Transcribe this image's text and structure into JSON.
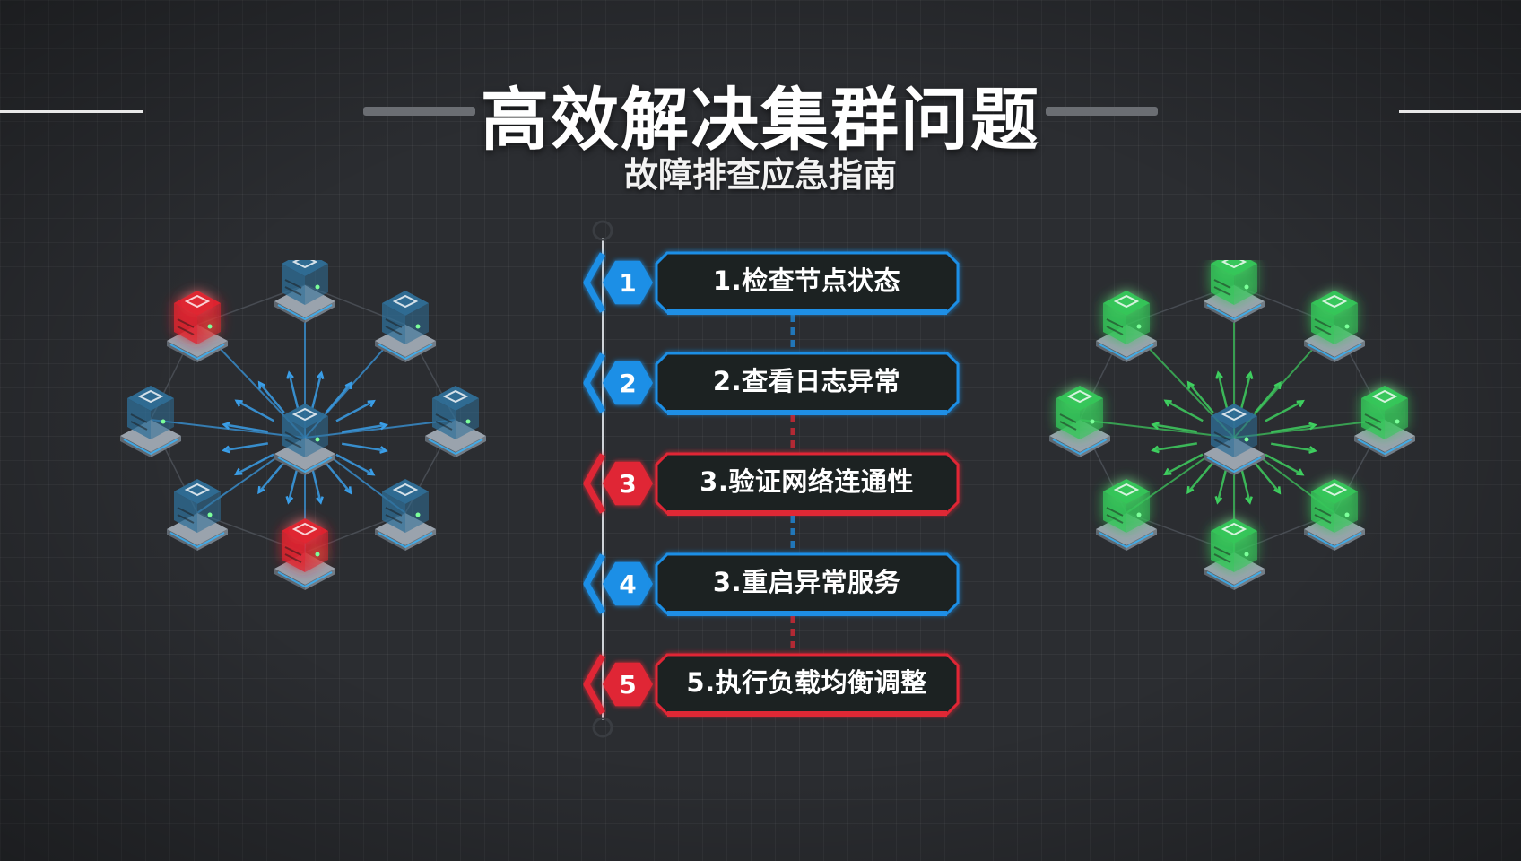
{
  "title": "高效解决集群问题",
  "subtitle": "故障排查应急指南",
  "colors": {
    "blue": "#1e8fe6",
    "red": "#e02835",
    "green": "#3ecf5f",
    "node_blue": "#2f6f98",
    "node_red": "#e2232f",
    "node_green": "#34c759"
  },
  "steps": [
    {
      "number": "1",
      "label": "1.检查节点状态",
      "accent": "blue"
    },
    {
      "number": "2",
      "label": "2.查看日志异常",
      "accent": "blue"
    },
    {
      "number": "3",
      "label": "3.验证网络连通性",
      "accent": "red"
    },
    {
      "number": "4",
      "label": "3.重启异常服务",
      "accent": "blue"
    },
    {
      "number": "5",
      "label": "5.执行负载均衡调整",
      "accent": "red"
    }
  ],
  "clusters": {
    "left": {
      "state": "faulty",
      "nodes": [
        "red",
        "blue",
        "blue",
        "blue",
        "blue",
        "red",
        "blue",
        "blue"
      ],
      "hub": "blue"
    },
    "right": {
      "state": "healthy",
      "nodes": [
        "green",
        "green",
        "green",
        "green",
        "green",
        "green",
        "green",
        "green"
      ],
      "hub": "blue"
    }
  }
}
